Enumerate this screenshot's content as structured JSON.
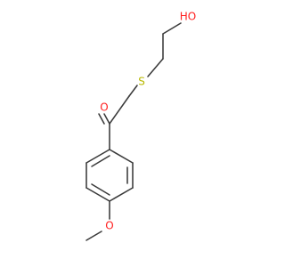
{
  "molecule": {
    "atoms": {
      "hydroxyl": {
        "label": "HO",
        "element": "O",
        "color": "#ff1f1f"
      },
      "sulfur": {
        "label": "S",
        "element": "S",
        "color": "#b8b800"
      },
      "carbonyl_oxygen": {
        "label": "O",
        "element": "O",
        "color": "#ff1f1f"
      },
      "ether_oxygen": {
        "label": "O",
        "element": "O",
        "color": "#ff1f1f"
      }
    },
    "colors": {
      "bond": "#3a3a3a",
      "background": "#ffffff"
    }
  }
}
